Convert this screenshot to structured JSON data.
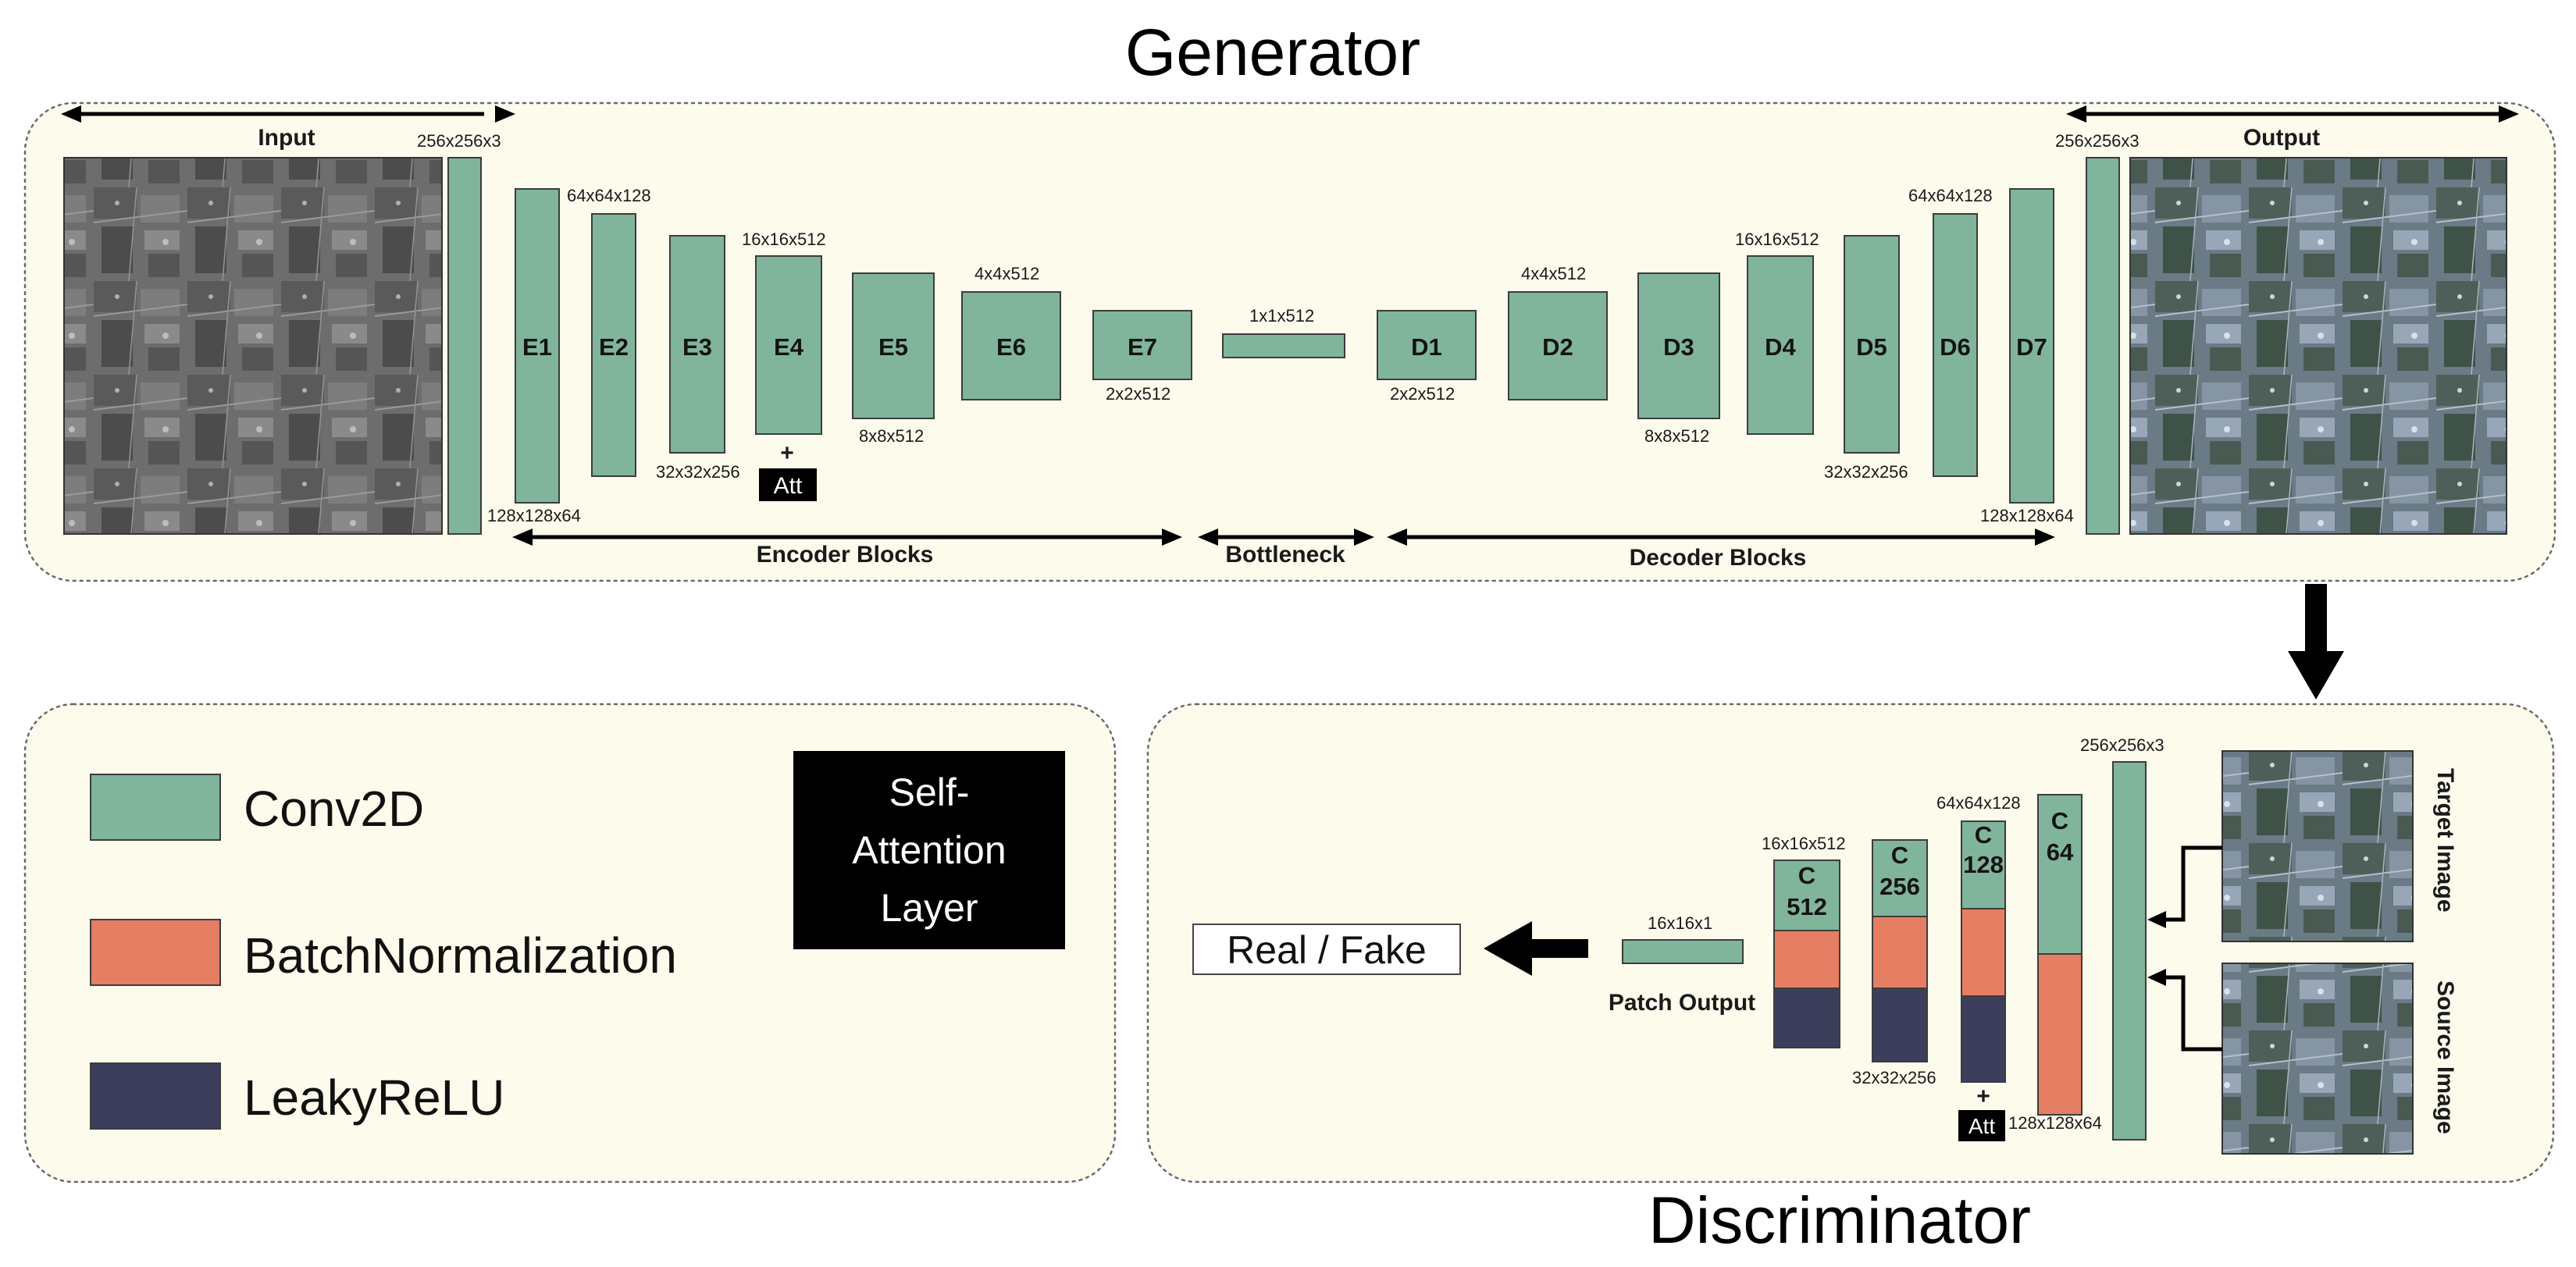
{
  "titles": {
    "generator": "Generator",
    "discriminator": "Discriminator"
  },
  "generator": {
    "input_label": "Input",
    "output_label": "Output",
    "input_dim": "256x256x3",
    "output_dim": "256x256x3",
    "encoder_label": "Encoder Blocks",
    "bottleneck_label": "Bottleneck",
    "decoder_label": "Decoder Blocks",
    "att_plus": "+",
    "att_label": "Att",
    "blocks": [
      {
        "label": "E1",
        "dim": "128x128x64"
      },
      {
        "label": "E2",
        "dim": "64x64x128"
      },
      {
        "label": "E3",
        "dim": "32x32x256"
      },
      {
        "label": "E4",
        "dim": "16x16x512"
      },
      {
        "label": "E5",
        "dim": "8x8x512"
      },
      {
        "label": "E6",
        "dim": "4x4x512"
      },
      {
        "label": "E7",
        "dim": "2x2x512"
      },
      {
        "label": "",
        "dim": "1x1x512"
      },
      {
        "label": "D1",
        "dim": "2x2x512"
      },
      {
        "label": "D2",
        "dim": "4x4x512"
      },
      {
        "label": "D3",
        "dim": "8x8x512"
      },
      {
        "label": "D4",
        "dim": "16x16x512"
      },
      {
        "label": "D5",
        "dim": "32x32x256"
      },
      {
        "label": "D6",
        "dim": "64x64x128"
      },
      {
        "label": "D7",
        "dim": "128x128x64"
      }
    ]
  },
  "legend": {
    "conv": "Conv2D",
    "batchnorm": "BatchNormalization",
    "leakyrelu": "LeakyReLU",
    "attention_line1": "Self-",
    "attention_line2": "Attention",
    "attention_line3": "Layer"
  },
  "discriminator": {
    "input_dim": "256x256x3",
    "target_label": "Target Image",
    "source_label": "Source Image",
    "patch_dim": "16x16x1",
    "patch_label": "Patch Output",
    "result_label": "Real / Fake",
    "att_plus": "+",
    "att_label": "Att",
    "c_blocks": [
      {
        "c": "C",
        "n": "64",
        "dim": "128x128x64"
      },
      {
        "c": "C",
        "n": "128",
        "dim": "64x64x128"
      },
      {
        "c": "C",
        "n": "256",
        "dim": "32x32x256"
      },
      {
        "c": "C",
        "n": "512",
        "dim": "16x16x512"
      }
    ]
  },
  "colors": {
    "conv": "#80b59c",
    "batchnorm": "#e57e62",
    "leakyrelu": "#3b3f5c",
    "panel": "#fcfbec"
  }
}
